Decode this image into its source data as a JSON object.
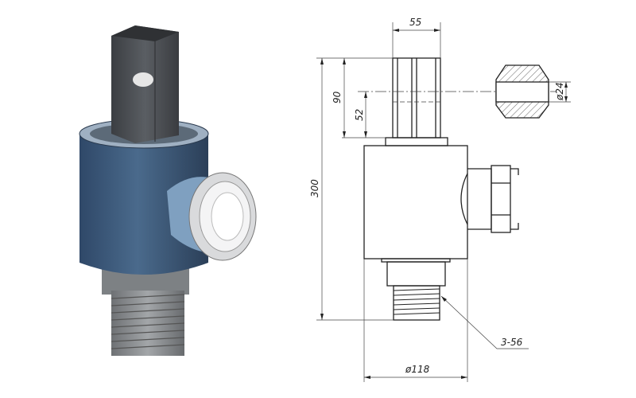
{
  "drawing": {
    "dimensions": {
      "shaft_width": "55",
      "shaft_height": "90",
      "hole_position": "52",
      "total_height": "300",
      "hole_diameter": "ø24",
      "thread": "3-56",
      "body_diameter": "ø118"
    },
    "colors": {
      "body": "#3d5877",
      "shaft": "#4a4d52",
      "thread": "#8a8d90",
      "coupling": "#e8e8ea"
    }
  }
}
